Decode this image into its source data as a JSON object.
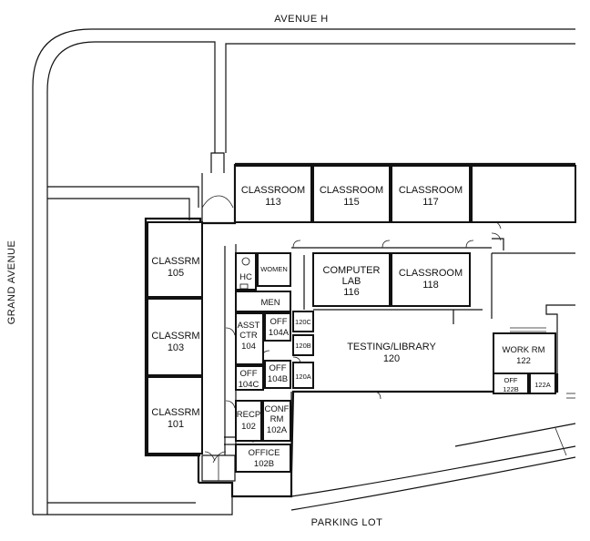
{
  "streets": {
    "north": "AVENUE H",
    "west": "GRAND AVENUE",
    "south": "PARKING LOT"
  },
  "rooms": {
    "classroom_113": [
      "CLASSROOM",
      "113"
    ],
    "classroom_115": [
      "CLASSROOM",
      "115"
    ],
    "classroom_117": [
      "CLASSROOM",
      "117"
    ],
    "classrm_105": [
      "CLASSRM",
      "105"
    ],
    "classrm_103": [
      "CLASSRM",
      "103"
    ],
    "classrm_101": [
      "CLASSRM",
      "101"
    ],
    "computer_lab_116": [
      "COMPUTER",
      "LAB",
      "116"
    ],
    "classroom_118": [
      "CLASSROOM",
      "118"
    ],
    "hc": [
      "HC"
    ],
    "women": [
      "WOMEN"
    ],
    "men": [
      "MEN"
    ],
    "asst_ctr_104": [
      "ASST",
      "CTR",
      "104"
    ],
    "off_104a": [
      "OFF",
      "104A"
    ],
    "off_104b": [
      "OFF",
      "104B"
    ],
    "off_104c": [
      "OFF",
      "104C"
    ],
    "r120c": [
      "120C"
    ],
    "r120b": [
      "120B"
    ],
    "r120a": [
      "120A"
    ],
    "testing_library_120": [
      "TESTING/LIBRARY",
      "120"
    ],
    "work_rm_122": [
      "WORK RM",
      "122"
    ],
    "off_122b": [
      "OFF",
      "122B"
    ],
    "r122a": [
      "122A"
    ],
    "recp_102": [
      "RECP",
      "102"
    ],
    "conf_rm_102a": [
      "CONF",
      "RM",
      "102A"
    ],
    "office_102b": [
      "OFFICE",
      "102B"
    ]
  }
}
